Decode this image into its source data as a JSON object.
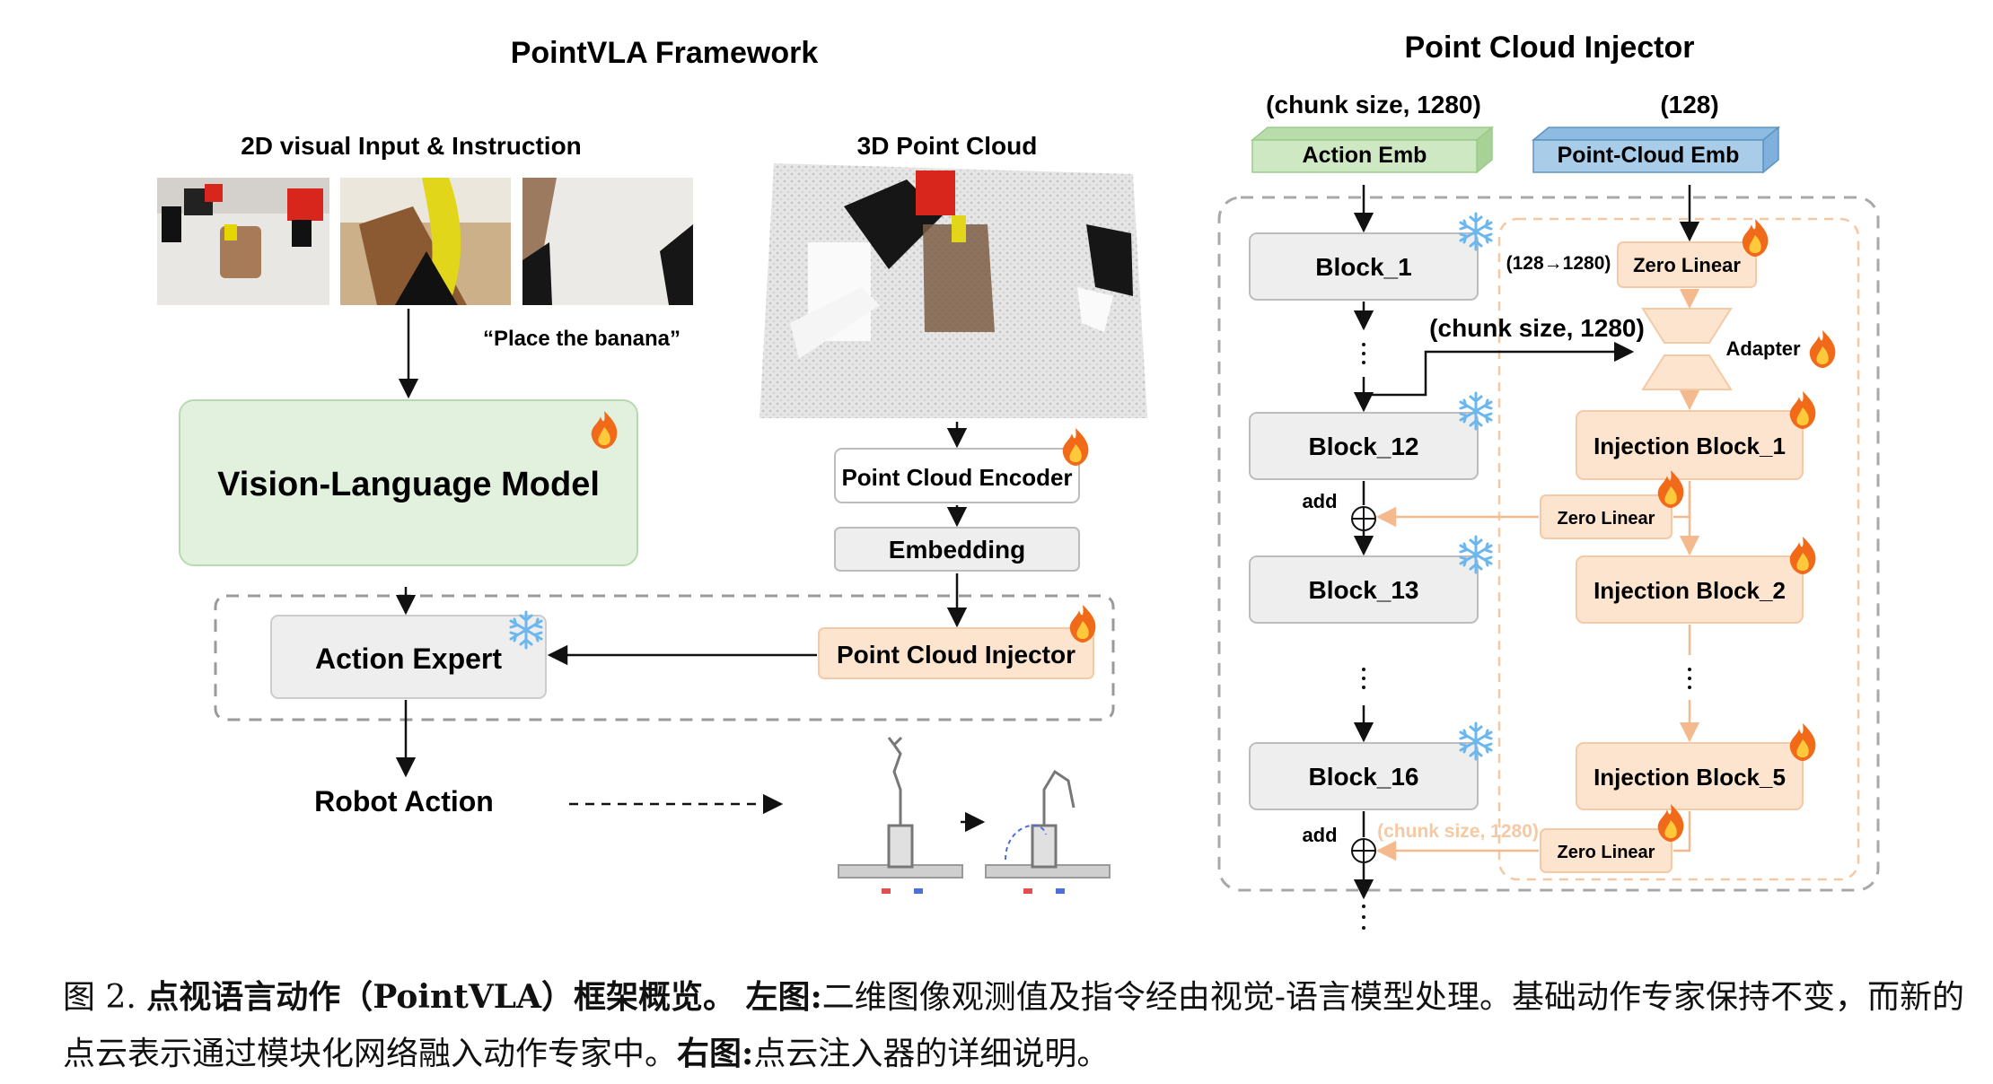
{
  "left": {
    "title": "PointVLA Framework",
    "input_label": "2D visual Input & Instruction",
    "instruction": "“Place the banana”",
    "pointcloud_label": "3D Point Cloud",
    "vlm": "Vision-Language Model",
    "pc_encoder": "Point Cloud Encoder",
    "embedding": "Embedding",
    "pc_injector": "Point Cloud Injector",
    "action_expert": "Action Expert",
    "robot_action": "Robot Action"
  },
  "right": {
    "title": "Point Cloud Injector",
    "action_dim": "(chunk size, 1280)",
    "pc_dim": "(128)",
    "action_emb": "Action Emb",
    "pc_emb": "Point-Cloud Emb",
    "block_1": "Block_1",
    "block_12": "Block_12",
    "block_13": "Block_13",
    "block_16": "Block_16",
    "zero_linear": "Zero Linear",
    "proj_dim": "(128→1280)",
    "chunk_dim": "(chunk size, 1280)",
    "adapter": "Adapter",
    "inj_1": "Injection Block_1",
    "inj_2": "Injection Block_2",
    "inj_5": "Injection Block_5",
    "add": "add",
    "faded_dim": "(chunk size, 1280)"
  },
  "caption": {
    "figure_num": "图 2.",
    "title_cn": "点视语言动作（PointVLA）框架概览。",
    "left_label": "左图:",
    "left_text": "二维图像观测值及指令经由视觉-语言模型处理。基础动作专家保持不变，而新的点云表示通过模块化网络融入动作专家中。",
    "right_label": "右图:",
    "right_text": "点云注入器的详细说明。"
  },
  "colors": {
    "vlm_fill": "#e2f1de",
    "vlm_stroke": "#b8d9b0",
    "orange_fill": "#fde4cf",
    "orange_stroke": "#f4c9a6",
    "gray_fill": "#eeeeee",
    "gray_stroke": "#bcbcbc",
    "green_emb": "#cfe8c4",
    "blue_emb": "#a9cce9",
    "orange_line": "#f7c7a2",
    "snow": "#6bb7ee",
    "flame": "#f06a1a"
  }
}
